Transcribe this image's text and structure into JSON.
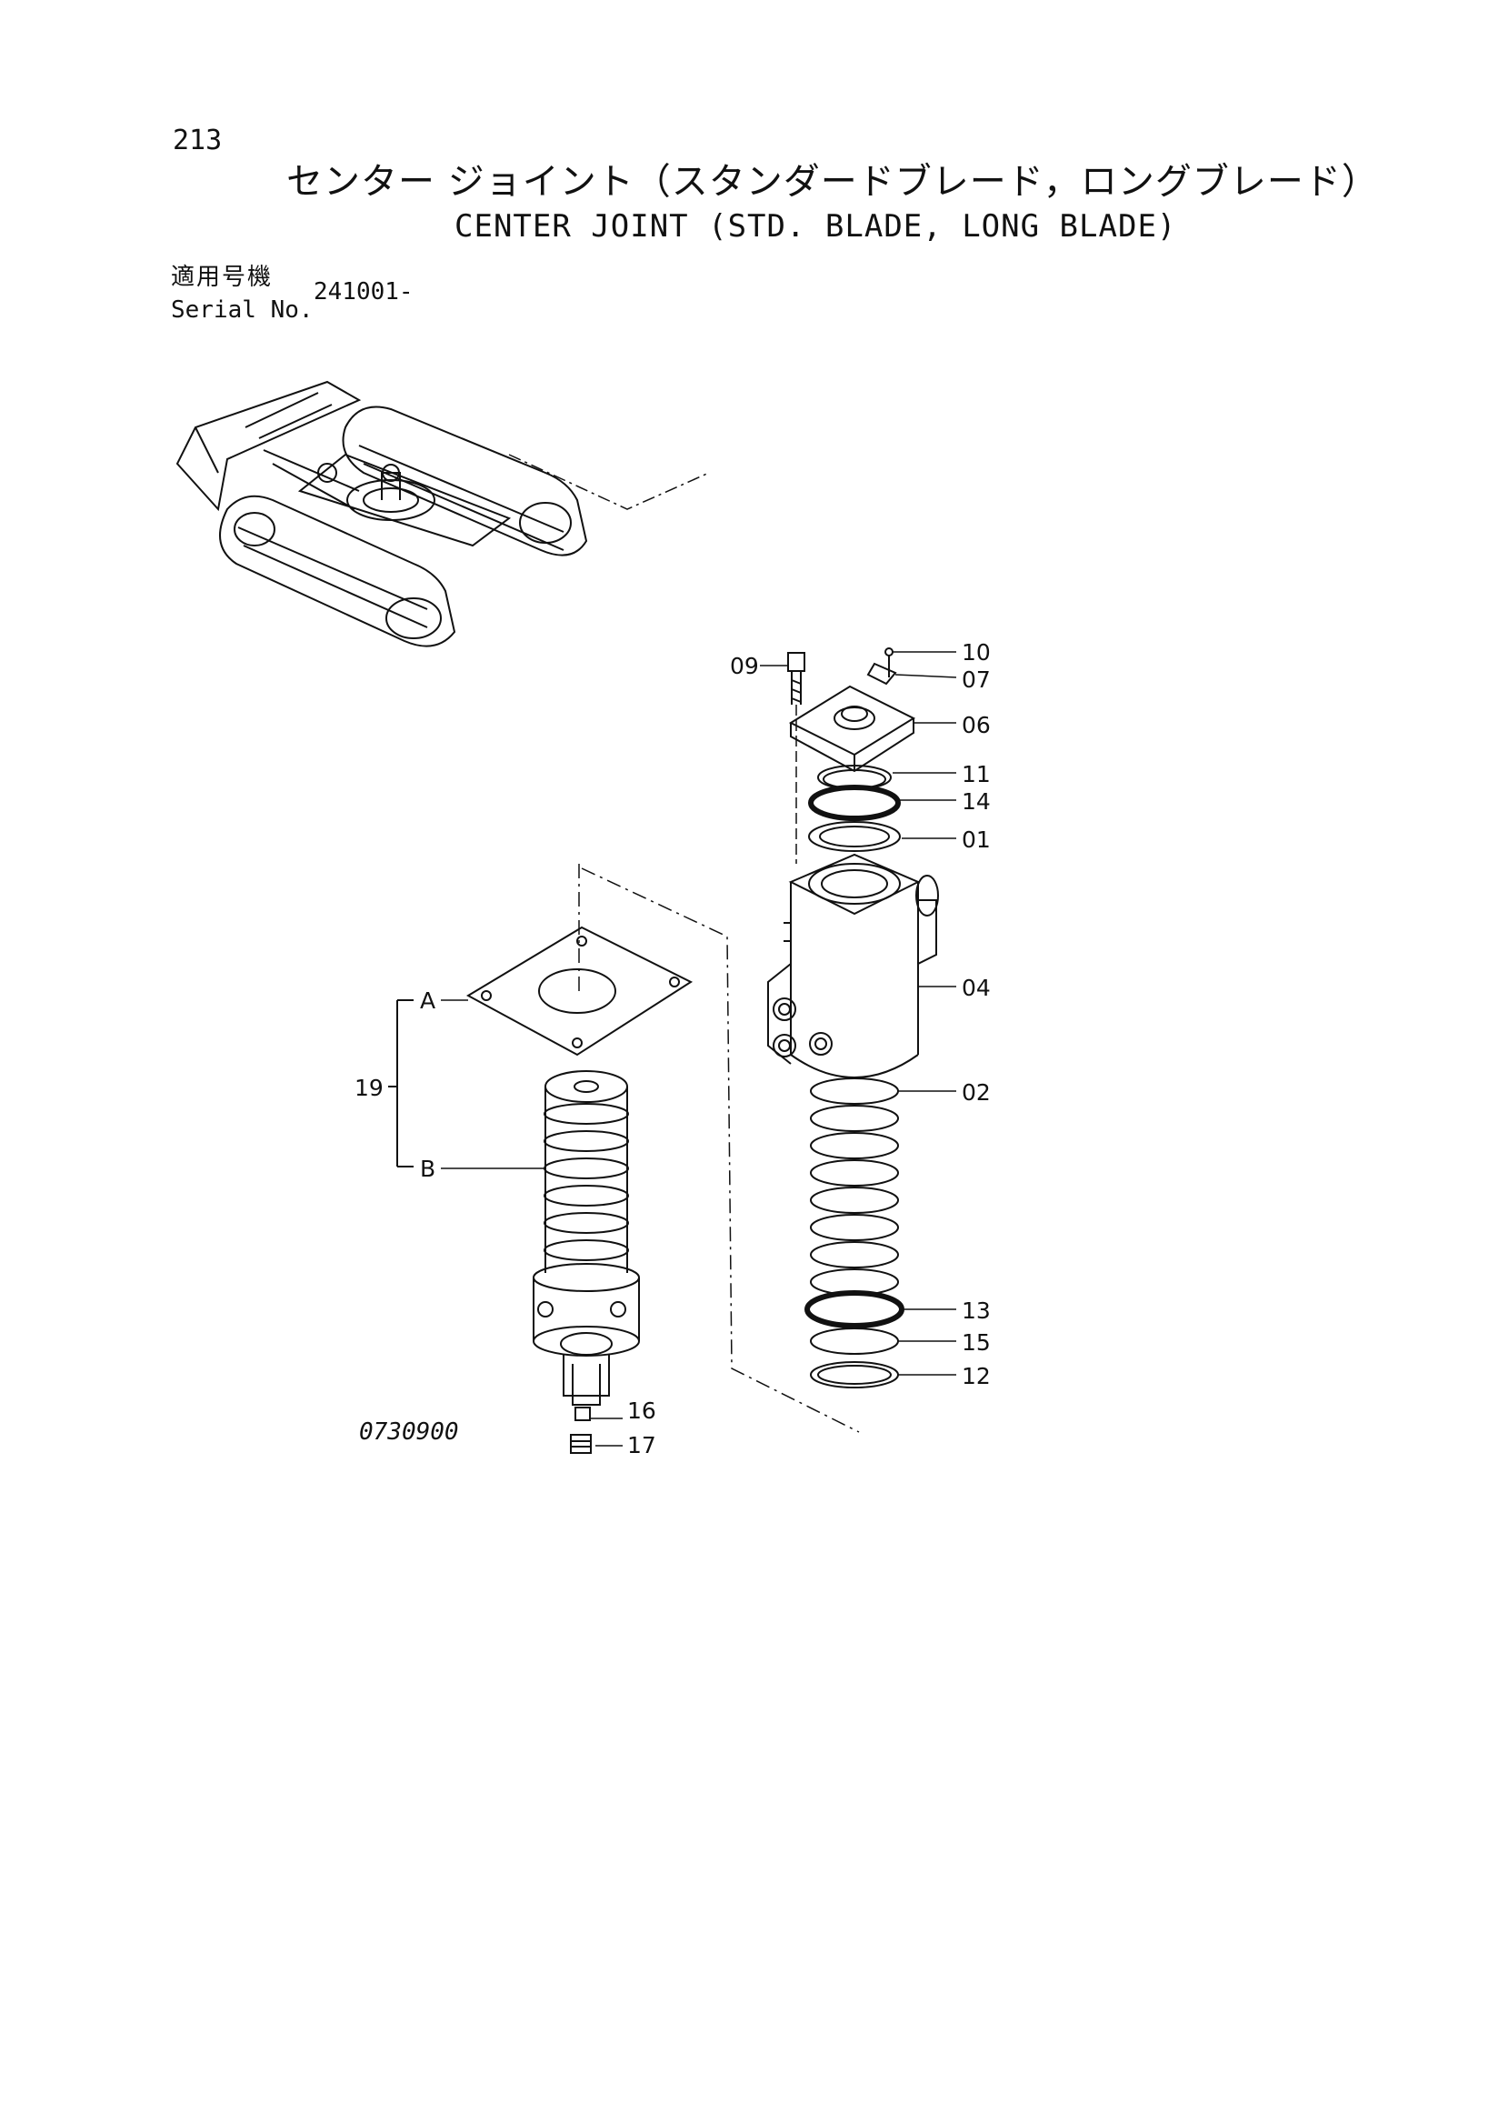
{
  "header": {
    "page_number": "213",
    "title_ja": "センター ジョイント（スタンダードブレード，ロングブレード）",
    "title_en": "CENTER JOINT (STD. BLADE, LONG BLADE)",
    "serial_label_ja": "適用号機",
    "serial_label_en": "Serial No.",
    "serial_value": "241001-"
  },
  "drawing_number": "0730900",
  "part_labels": {
    "p10": "10",
    "p09": "09",
    "p07": "07",
    "p06": "06",
    "p11": "11",
    "p14": "14",
    "p01": "01",
    "p04": "04",
    "p02": "02",
    "p13": "13",
    "p15": "15",
    "p12": "12",
    "p16": "16",
    "p17": "17",
    "p19": "19",
    "pA": "A",
    "pB": "B"
  }
}
